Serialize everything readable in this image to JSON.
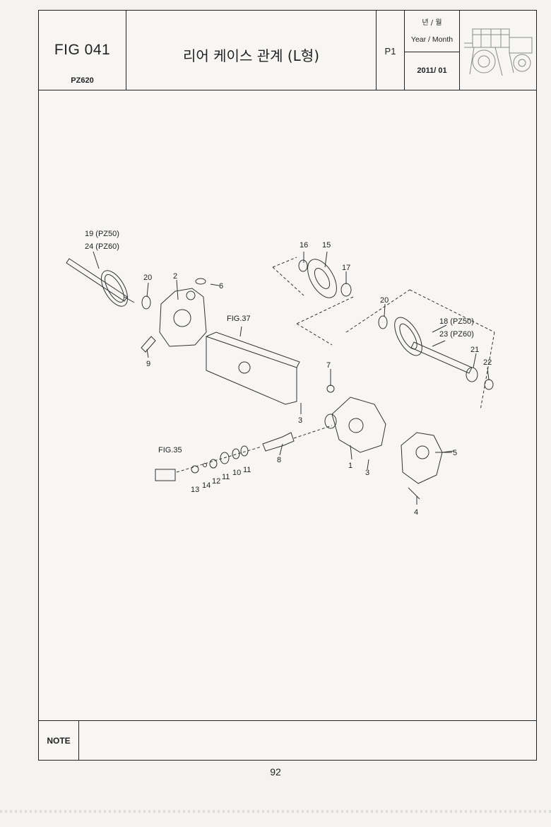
{
  "header": {
    "fig_no": "FIG 041",
    "model": "PZ620",
    "title": "리어 케이스 관계 (L형)",
    "page": "P1",
    "date_label_ko": "년 / 월",
    "date_label_en": "Year / Month",
    "date_value": "2011/ 01",
    "thumbnail_icon": "tractor-illustration"
  },
  "diagram": {
    "callouts": {
      "c19": "19 (PZ50)",
      "c24": "24 (PZ60)",
      "c20a": "20",
      "c2": "2",
      "c6": "6",
      "c9": "9",
      "c16": "16",
      "c15": "15",
      "c17": "17",
      "c20b": "20",
      "c18": "18 (PZ50)",
      "c23": "23 (PZ60)",
      "c21": "21",
      "c22": "22",
      "fig37": "FIG.37",
      "c7": "7",
      "c3a": "3",
      "c3b": "3",
      "c1": "1",
      "c5": "5",
      "c4": "4",
      "c8": "8",
      "fig35": "FIG.35",
      "c13": "13",
      "c14": "14",
      "c12": "12",
      "c11a": "11",
      "c10": "10",
      "c11b": "11"
    }
  },
  "note": {
    "label": "NOTE"
  },
  "footer": {
    "page_number": "92"
  }
}
